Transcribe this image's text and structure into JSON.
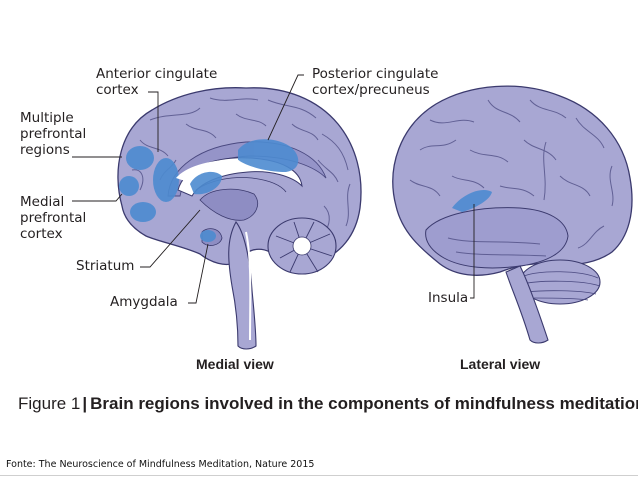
{
  "figure": {
    "labels": {
      "anterior_cingulate": "Anterior cingulate\ncortex",
      "posterior_cingulate": "Posterior cingulate\ncortex/precuneus",
      "multiple_prefrontal": "Multiple\nprefrontal\nregions",
      "medial_prefrontal": "Medial\nprefrontal\ncortex",
      "striatum": "Striatum",
      "amygdala": "Amygdala",
      "insula": "Insula"
    },
    "views": {
      "medial": "Medial view",
      "lateral": "Lateral view"
    },
    "colors": {
      "brain_fill": "#a8a7d3",
      "brain_dark": "#7c7bb6",
      "brain_outline": "#3b3a6e",
      "highlight": "#4d8bd0",
      "white_matter": "#ffffff"
    }
  },
  "caption": {
    "prefix": "Figure 1",
    "separator": "|",
    "title": "Brain regions involved in the components of mindfulness meditation."
  },
  "source": {
    "text": "Fonte: The Neuroscience of Mindfulness Meditation, Nature 2015"
  }
}
